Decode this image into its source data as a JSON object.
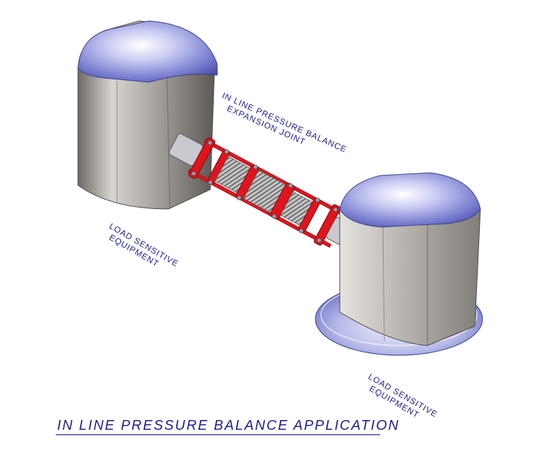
{
  "labels": {
    "joint_line1": "IN LINE PRESSURE BALANCE",
    "joint_line2": "EXPANSION JOINT",
    "equip_left_line1": "LOAD SENSITIVE",
    "equip_left_line2": "EQUIPMENT",
    "equip_right_line1": "LOAD SENSITIVE",
    "equip_right_line2": "EQUIPMENT"
  },
  "title": "IN LINE PRESSURE BALANCE APPLICATION",
  "colors": {
    "label_text": "#1d1d8f",
    "joint_red": "#e0141c",
    "equipment_steel": "#b8b4b0",
    "equipment_highlight": "#8a8fd6"
  }
}
